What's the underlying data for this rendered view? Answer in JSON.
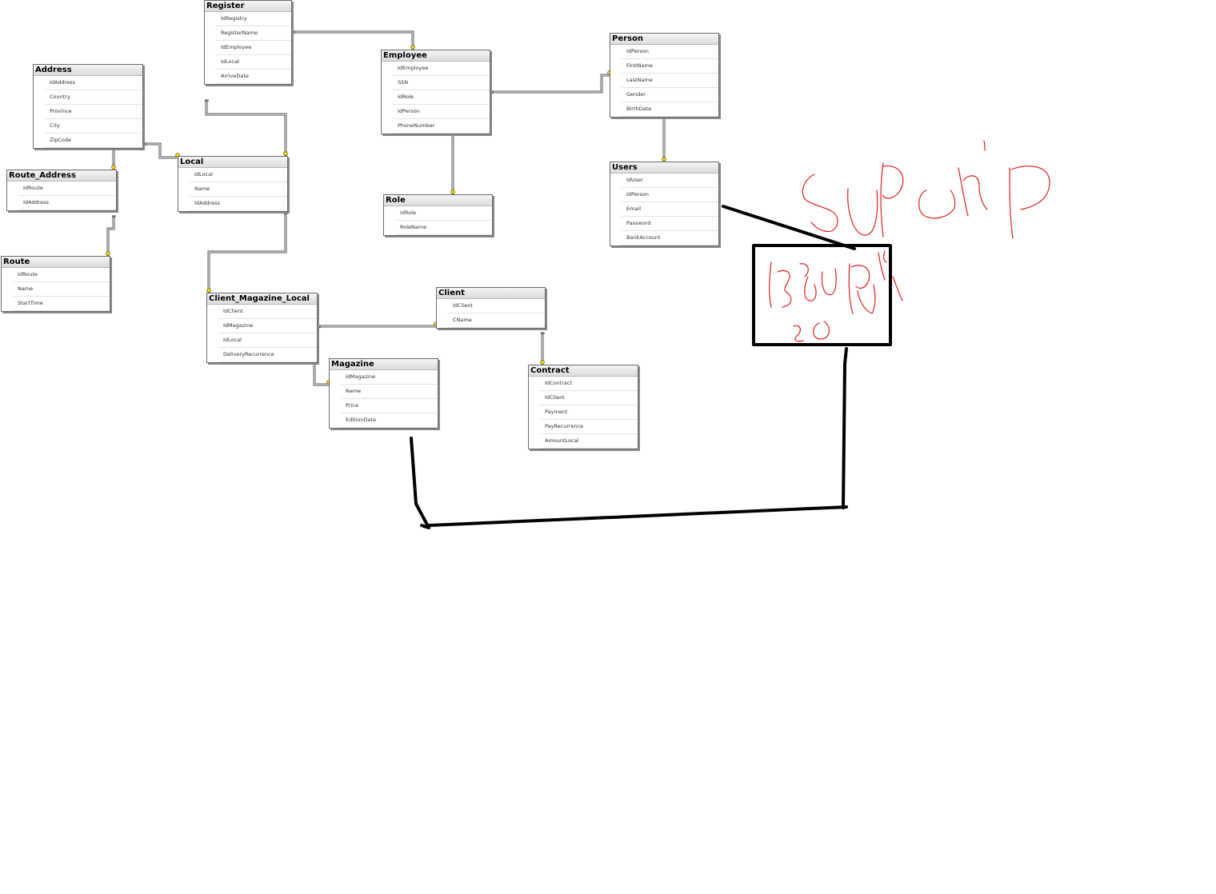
{
  "tables": [
    {
      "id": "register",
      "title": "Register",
      "columns": [
        {
          "name": "IdRegistry",
          "pk": true
        },
        {
          "name": "RegisterName"
        },
        {
          "name": "IdEmployee"
        },
        {
          "name": "IdLocal"
        },
        {
          "name": "ArriveDate"
        }
      ]
    },
    {
      "id": "address",
      "title": "Address",
      "columns": [
        {
          "name": "IdAddress",
          "pk": true
        },
        {
          "name": "Country"
        },
        {
          "name": "Province"
        },
        {
          "name": "City"
        },
        {
          "name": "ZipCode"
        }
      ]
    },
    {
      "id": "employee",
      "title": "Employee",
      "columns": [
        {
          "name": "IdEmployee",
          "pk": true
        },
        {
          "name": "SSN"
        },
        {
          "name": "IdRole"
        },
        {
          "name": "IdPerson"
        },
        {
          "name": "PhoneNumber"
        }
      ]
    },
    {
      "id": "person",
      "title": "Person",
      "columns": [
        {
          "name": "IdPerson",
          "pk": true
        },
        {
          "name": "FirstName"
        },
        {
          "name": "LastName"
        },
        {
          "name": "Gender"
        },
        {
          "name": "BirthDate"
        }
      ]
    },
    {
      "id": "route_address",
      "title": "Route_Address",
      "columns": [
        {
          "name": "IdRoute"
        },
        {
          "name": "IdAddress"
        }
      ]
    },
    {
      "id": "local",
      "title": "Local",
      "columns": [
        {
          "name": "IdLocal",
          "pk": true
        },
        {
          "name": "Name"
        },
        {
          "name": "IdAddress"
        }
      ]
    },
    {
      "id": "role",
      "title": "Role",
      "columns": [
        {
          "name": "IdRole",
          "pk": true
        },
        {
          "name": "RoleName"
        }
      ]
    },
    {
      "id": "users",
      "title": "Users",
      "columns": [
        {
          "name": "IdUser",
          "pk": true
        },
        {
          "name": "IdPerson"
        },
        {
          "name": "Email"
        },
        {
          "name": "Password"
        },
        {
          "name": "BankAccount"
        }
      ]
    },
    {
      "id": "route",
      "title": "Route",
      "columns": [
        {
          "name": "IdRoute",
          "pk": true
        },
        {
          "name": "Name"
        },
        {
          "name": "StartTime"
        }
      ]
    },
    {
      "id": "client_magazine_local",
      "title": "Client_Magazine_Local",
      "columns": [
        {
          "name": "IdClient"
        },
        {
          "name": "IdMagazine"
        },
        {
          "name": "IdLocal"
        },
        {
          "name": "DeliveryRecurrence"
        }
      ]
    },
    {
      "id": "client",
      "title": "Client",
      "columns": [
        {
          "name": "IdClient",
          "pk": true
        },
        {
          "name": "CName"
        }
      ]
    },
    {
      "id": "magazine",
      "title": "Magazine",
      "columns": [
        {
          "name": "IdMagazine",
          "pk": true
        },
        {
          "name": "Name"
        },
        {
          "name": "Price"
        },
        {
          "name": "EditionDate"
        }
      ]
    },
    {
      "id": "contract",
      "title": "Contract",
      "columns": [
        {
          "name": "IdContract",
          "pk": true
        },
        {
          "name": "IdClient"
        },
        {
          "name": "Payment"
        },
        {
          "name": "PayRecurrence"
        },
        {
          "name": "AmountLocal"
        }
      ]
    }
  ],
  "relationships": [
    {
      "from": "register",
      "to": "employee"
    },
    {
      "from": "register",
      "to": "local"
    },
    {
      "from": "address",
      "to": "local"
    },
    {
      "from": "address",
      "to": "route_address"
    },
    {
      "from": "route_address",
      "to": "route"
    },
    {
      "from": "employee",
      "to": "person"
    },
    {
      "from": "employee",
      "to": "role"
    },
    {
      "from": "person",
      "to": "users"
    },
    {
      "from": "local",
      "to": "client_magazine_local"
    },
    {
      "from": "client_magazine_local",
      "to": "client"
    },
    {
      "from": "client_magazine_local",
      "to": "magazine"
    },
    {
      "from": "client",
      "to": "contract"
    }
  ],
  "colors": {
    "key_icon": "#f2d21e",
    "handwriting": "#e0201f",
    "marker": "#000000",
    "table_border": "#6b6b6b"
  }
}
